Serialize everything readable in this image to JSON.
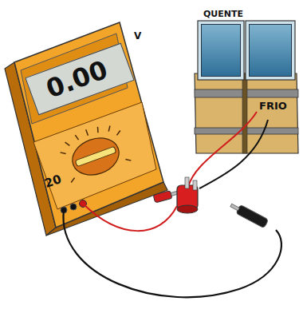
{
  "diagram": {
    "nodes": [
      {
        "text": [
          "0.00"
        ]
      },
      {
        "text": [
          "QUENTE"
        ]
      },
      {
        "text": [
          "FRIO"
        ]
      }
    ],
    "labels": [
      "V",
      "20"
    ]
  }
}
